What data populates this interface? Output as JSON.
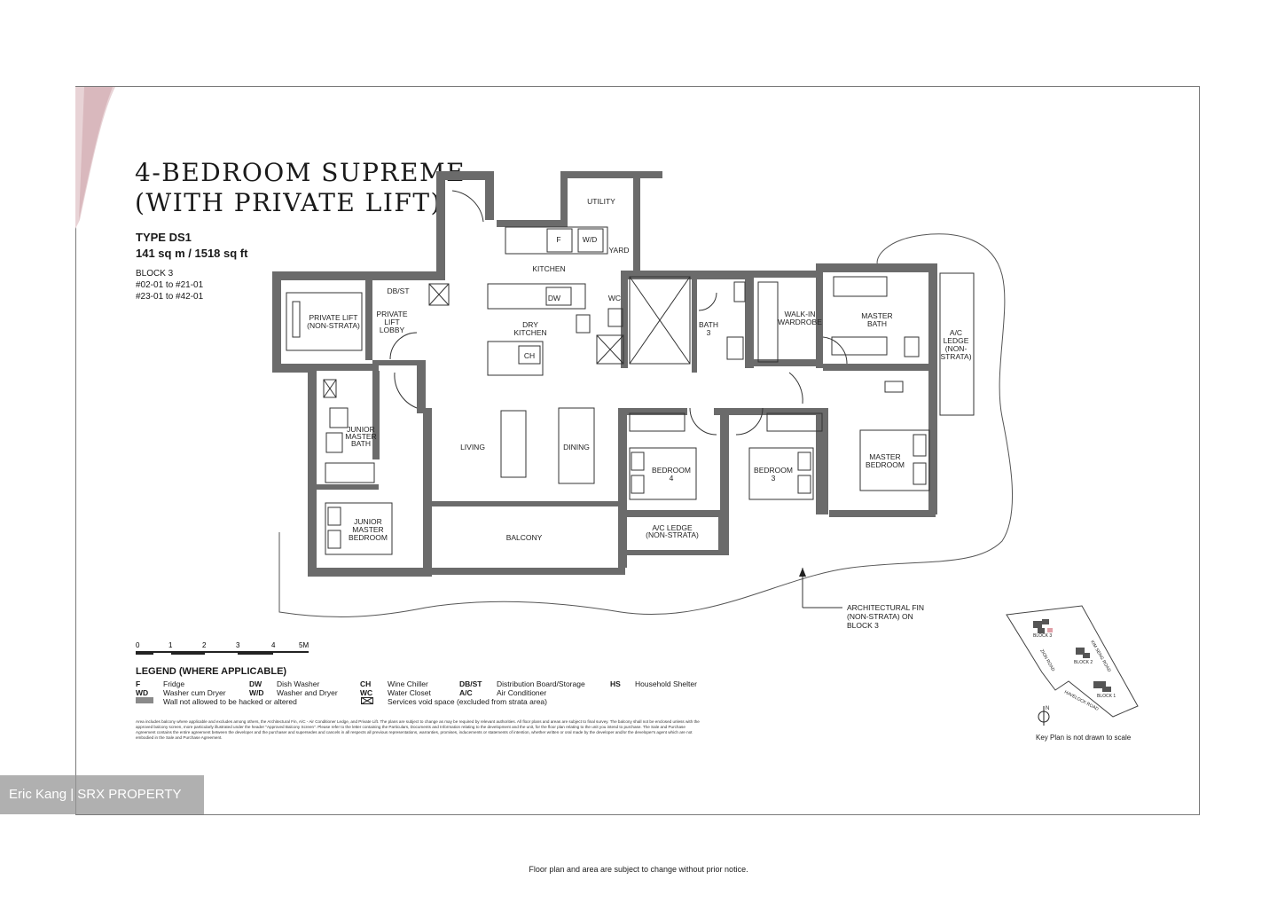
{
  "title": {
    "line1": "4-BEDROOM SUPREME",
    "line2": "(WITH PRIVATE LIFT)"
  },
  "unit": {
    "type": "TYPE DS1",
    "area": "141 sq m / 1518 sq ft",
    "block": "BLOCK 3",
    "units_1": "#02-01 to #21-01",
    "units_2": "#23-01 to #42-01"
  },
  "rooms": {
    "utility": "UTILITY",
    "yard": "YARD",
    "kitchen": "KITCHEN",
    "f": "F",
    "wd": "W/D",
    "dbst": "DB/ST",
    "dw": "DW",
    "wc": "WC",
    "private_lift": [
      "PRIVATE LIFT",
      "(NON-STRATA)"
    ],
    "private_lift_lobby": [
      "PRIVATE",
      "LIFT",
      "LOBBY"
    ],
    "dry_kitchen": [
      "DRY",
      "KITCHEN"
    ],
    "ch": "CH",
    "bath3": [
      "BATH",
      "3"
    ],
    "walkin": [
      "WALK-IN",
      "WARDROBE"
    ],
    "master_bath": [
      "MASTER",
      "BATH"
    ],
    "ac_ledge_right": [
      "A/C",
      "LEDGE",
      "(NON-",
      "STRATA)"
    ],
    "junior_master_bath": [
      "JUNIOR",
      "MASTER",
      "BATH"
    ],
    "living": "LIVING",
    "dining": "DINING",
    "bedroom4": [
      "BEDROOM",
      "4"
    ],
    "bedroom3": [
      "BEDROOM",
      "3"
    ],
    "master_bedroom": [
      "MASTER",
      "BEDROOM"
    ],
    "junior_master_bedroom": [
      "JUNIOR",
      "MASTER",
      "BEDROOM"
    ],
    "balcony": "BALCONY",
    "ac_ledge_bottom": [
      "A/C LEDGE",
      "(NON-STRATA)"
    ]
  },
  "architectural_fin": [
    "ARCHITECTURAL FIN",
    "(NON-STRATA) ON",
    "BLOCK 3"
  ],
  "scale": {
    "ticks": [
      "0",
      "1",
      "2",
      "3",
      "4",
      "5M"
    ]
  },
  "legend": {
    "title": "LEGEND (WHERE APPLICABLE)",
    "items": [
      {
        "code": "F",
        "text": "Fridge"
      },
      {
        "code": "WD",
        "text": "Washer cum Dryer"
      },
      {
        "code": "",
        "text": "Wall not allowed to be hacked or altered"
      },
      {
        "code": "DW",
        "text": "Dish Washer"
      },
      {
        "code": "W/D",
        "text": "Washer and Dryer"
      },
      {
        "code": "CH",
        "text": "Wine Chiller"
      },
      {
        "code": "WC",
        "text": "Water Closet"
      },
      {
        "code": "",
        "text": "Services void space (excluded from strata area)"
      },
      {
        "code": "DB/ST",
        "text": "Distribution Board/Storage"
      },
      {
        "code": "A/C",
        "text": "Air Conditioner"
      },
      {
        "code": "HS",
        "text": "Household Shelter"
      }
    ]
  },
  "disclaimer": "Area includes balcony where applicable and excludes among others, the Architectural Fin, A/C - Air Conditioner Ledge, and Private Lift. The plans are subject to change as may be required by relevant authorities. All floor plans and areas are subject to final survey. The balcony shall not be enclosed unless with the approved balcony screen, more particularly illustrated under the header \"Approved Balcony Screen\". Please refer to the letter containing the Particulars, Documents and Information relating to the development and the unit, for the floor plan relating to the unit you intend to purchase. The Sale and Purchase Agreement contains the entire agreement between the developer and the purchaser and supersedes and cancels in all respects all previous representations, warranties, promises, inducements or statements of intention, whether written or oral made by the developer and/or the developer's agent which are not embodied in the Sale and Purchase Agreement.",
  "keyplan": {
    "roads": [
      "KIM SENG ROAD",
      "ZION ROAD",
      "HAVELOCK ROAD"
    ],
    "blocks": [
      "BLOCK 3",
      "BLOCK 2",
      "BLOCK 1"
    ],
    "north": "N",
    "note": "Key Plan is not drawn to scale"
  },
  "watermark": "Eric Kang | SRX PROPERTY",
  "footnote": "Floor plan and area are subject to change without prior notice.",
  "colors": {
    "wall": "#6b6b6b",
    "accent_swoosh": "#d9b8bd",
    "watermark_bg": "#969696"
  }
}
